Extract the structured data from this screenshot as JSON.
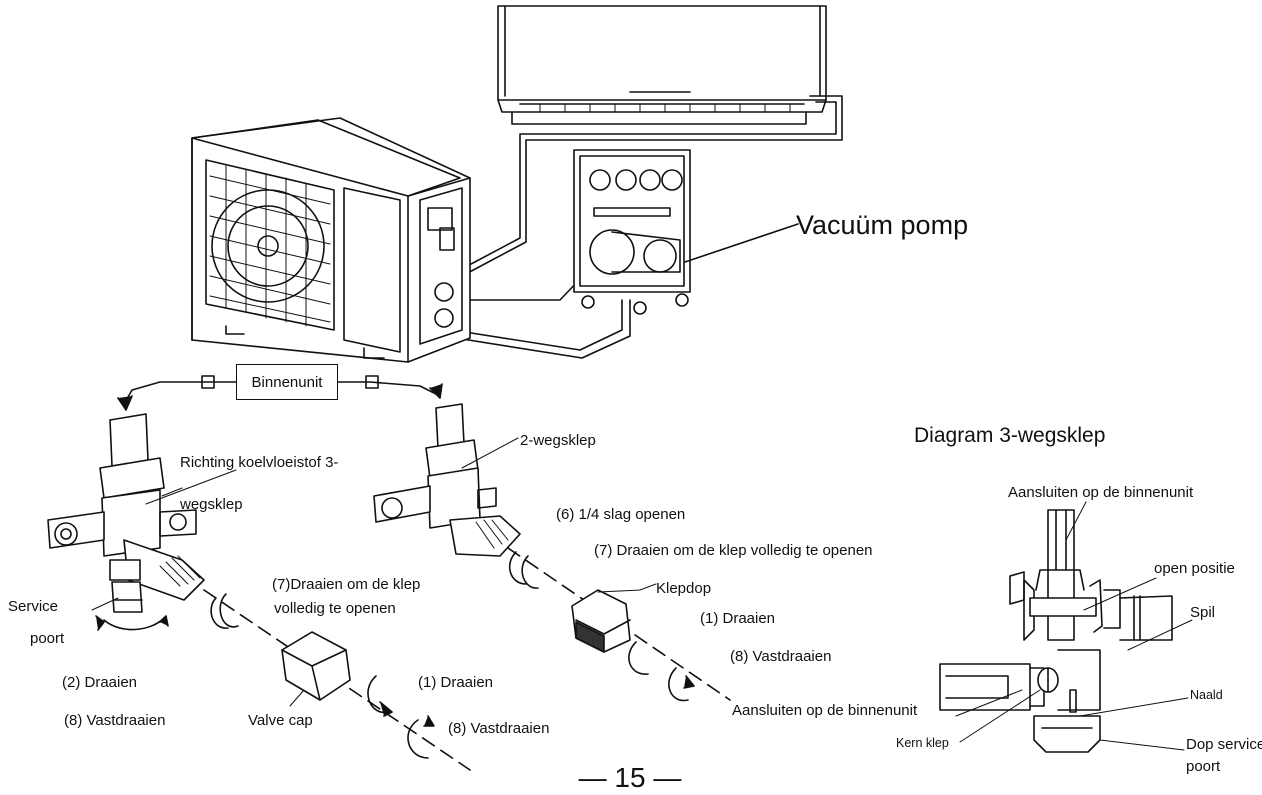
{
  "labels": {
    "vacuum_pump": "Vacuüm pomp",
    "indoor_unit_box": "Binnenunit",
    "direction_refrigerant_line1": "Richting koelvloeistof 3-",
    "direction_refrigerant_line2": "wegsklep",
    "two_way_valve": "2-wegsklep",
    "open_quarter_turn": "(6) 1/4 slag openen",
    "turn_fully_open_right": "(7) Draaien om de klep volledig te openen",
    "valve_cap_right": "Klepdop",
    "turn_right": "(1) Draaien",
    "tighten_right": "(8) Vastdraaien",
    "connect_indoor_right": "Aansluiten op de binnenunit",
    "turn_fully_open_left_line1": "(7)Draaien om de klep",
    "turn_fully_open_left_line2": "volledig te openen",
    "service_port_line1": "Service",
    "service_port_line2": "poort",
    "turn_left": "(2) Draaien",
    "tighten_left": "(8)  Vastdraaien",
    "valve_cap_left": "Valve cap",
    "turn_bottom": "(1)  Draaien",
    "tighten_bottom": "(8) Vastdraaien"
  },
  "three_way_diagram": {
    "title": "Diagram 3-wegsklep",
    "connect_indoor": "Aansluiten op de binnenunit",
    "open_position": "open positie",
    "spindle": "Spil",
    "needle": "Naald",
    "valve_core": "Kern klep",
    "service_cap_line1": "Dop service",
    "service_cap_line2": "poort"
  },
  "page_number": "— 15 —"
}
